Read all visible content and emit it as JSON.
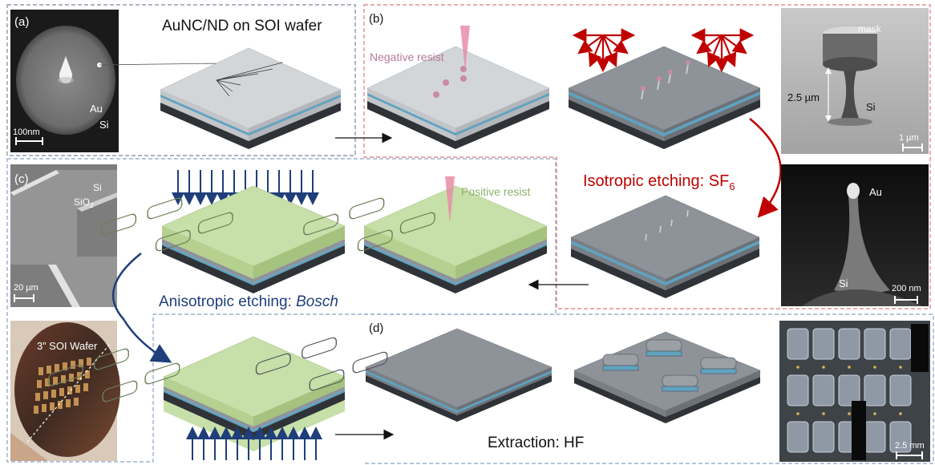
{
  "panels": {
    "a": {
      "letter": "(a)",
      "title": "AuNC/ND on SOI wafer",
      "sem": {
        "au": "Au",
        "si": "Si",
        "scale": "100nm"
      }
    },
    "b": {
      "letter": "(b)",
      "negative_resist": "Negative resist",
      "isotropic_prefix": "Isotropic etching: SF",
      "isotropic_sub": "6",
      "sem_top": {
        "mask": "mask",
        "height": "2.5 µm",
        "si": "Si",
        "scale": "1 µm"
      },
      "sem_bottom": {
        "au": "Au",
        "si": "Si",
        "scale": "200 nm"
      }
    },
    "c": {
      "letter": "(c)",
      "positive_resist": "Positive resist",
      "anisotropic_prefix": "Anisotropic etching: ",
      "anisotropic_italic": "Bosch",
      "sem": {
        "si": "Si",
        "sio2": "SiO",
        "sio2_sub": "2",
        "scale": "20 µm"
      },
      "wafer_photo": "3” SOI Wafer"
    },
    "d": {
      "letter": "(d)",
      "extraction": "Extraction: HF",
      "scale": "2.5 mm"
    }
  },
  "colors": {
    "frame_a": "#7a8699",
    "frame_b": "#e07878",
    "frame_c": "#8aa0c8",
    "frame_d": "#8aa0c8",
    "wafer_top": "#d3d6d9",
    "wafer_etched": "#8e9399",
    "oxide_layer": "#5fa2c0",
    "resist_green": "#c7dfa8",
    "pink": "#c98aa8",
    "red_arrow": "#c00000",
    "blue_arrow": "#1f3e7a",
    "text_red": "#c00000",
    "text_blue": "#1f3e7a",
    "text_green": "#8bb26a",
    "text_pink": "#b97a98"
  }
}
